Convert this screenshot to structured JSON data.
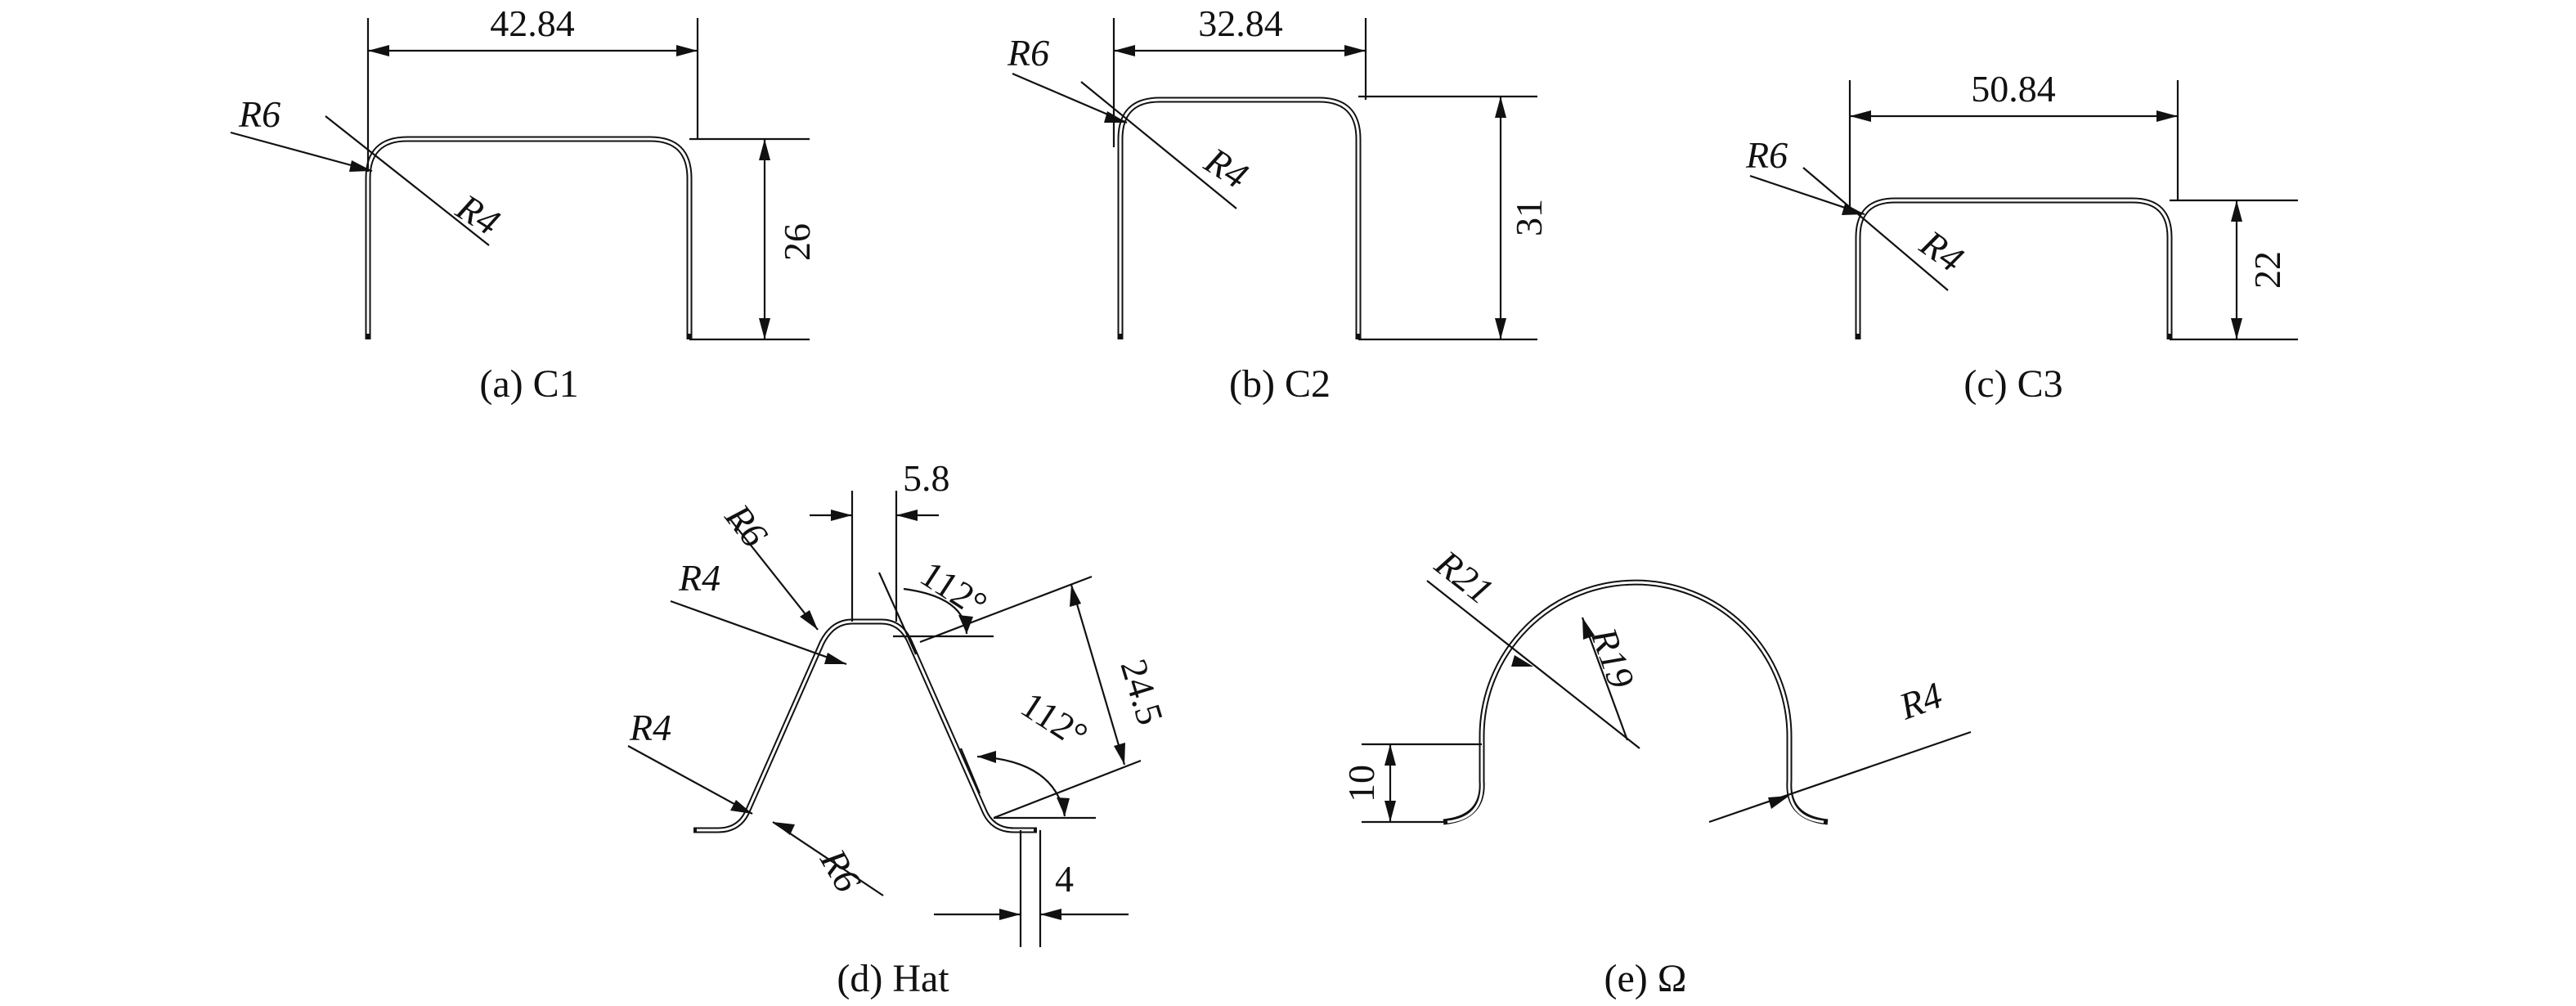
{
  "figures": [
    {
      "id": "c1",
      "caption": "(a) C1",
      "width_dim": "42.84",
      "height_dim": "26",
      "outer_radius": "R6",
      "inner_radius": "R4"
    },
    {
      "id": "c2",
      "caption": "(b) C2",
      "width_dim": "32.84",
      "height_dim": "31",
      "outer_radius": "R6",
      "inner_radius": "R4"
    },
    {
      "id": "c3",
      "caption": "(c) C3",
      "width_dim": "50.84",
      "height_dim": "22",
      "outer_radius": "R6",
      "inner_radius": "R4"
    },
    {
      "id": "hat",
      "caption": "(d) Hat",
      "top_width_dim": "5.8",
      "angle_top": "112°",
      "angle_bottom": "112°",
      "side_dim": "24.5",
      "flange_dim": "4",
      "radius_top_outer": "R6",
      "radius_top_inner": "R4",
      "radius_bottom_inner": "R4",
      "radius_bottom_outer": "R6"
    },
    {
      "id": "omega",
      "caption": "(e) Ω",
      "outer_radius": "R21",
      "inner_radius": "R19",
      "foot_radius": "R4",
      "leg_dim": "10"
    }
  ]
}
